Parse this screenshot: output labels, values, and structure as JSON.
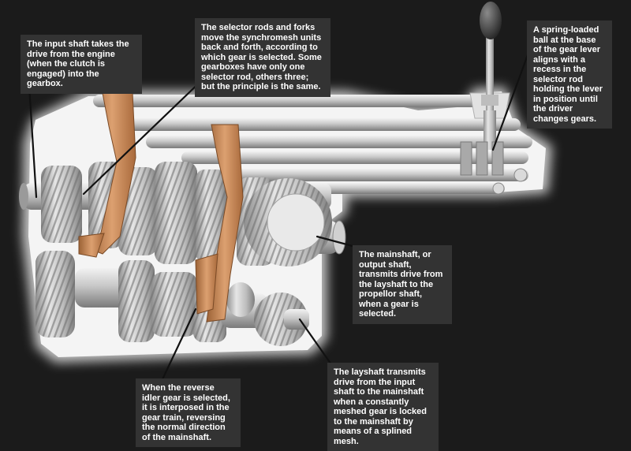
{
  "callouts": {
    "input_shaft": "The input shaft takes the drive from the engine (when the clutch is engaged) into the gearbox.",
    "selector_rods": "The selector rods and forks move the synchromesh units back and forth, according to which gear is selected. Some gearboxes have only one selector rod, others three; but the principle is the same.",
    "spring_ball": "A spring-loaded ball at the base of the gear lever aligns with a recess in the selector rod holding the lever in position until the driver changes gears.",
    "mainshaft": "The mainshaft, or output shaft, transmits drive from the layshaft to the propellor shaft, when a gear is selected.",
    "reverse_idler": "When the reverse idler gear is selected, it is interposed in the gear train, reversing the normal direction of the mainshaft.",
    "layshaft": "The layshaft transmits drive from the input shaft to the mainshaft when a constantly meshed gear is locked to the mainshaft by means of a splined mesh."
  },
  "colors": {
    "background": "#1b1b1b",
    "casing": "#f4f4f4",
    "metal": "#c4c4c4",
    "fork": "#c98a56",
    "callout_bg": "#333333",
    "callout_text": "#ffffff",
    "leader": "#111111"
  }
}
